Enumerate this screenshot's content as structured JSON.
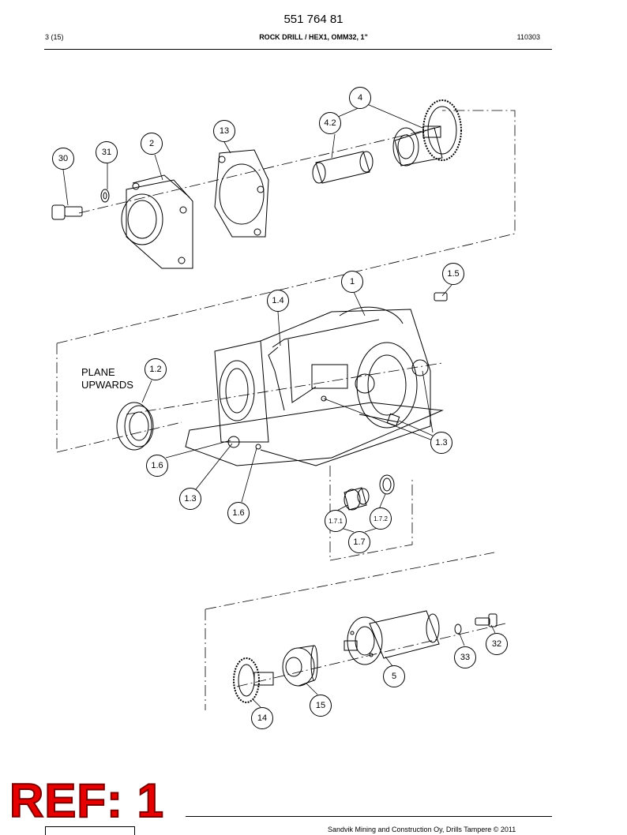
{
  "header": {
    "doc_number": "551 764 81",
    "page": "3 (15)",
    "title": "ROCK DRILL / HEX1, OMM32, 1\"",
    "code": "110303"
  },
  "drawing": {
    "note": [
      "PLANE",
      "UPWARDS"
    ],
    "callouts": [
      "4",
      "4.2",
      "13",
      "2",
      "31",
      "30",
      "1",
      "1.5",
      "1.4",
      "1.2",
      "1.3",
      "1.6",
      "1.3",
      "1.6",
      "1.7.1",
      "1.7.2",
      "1.7",
      "32",
      "33",
      "5",
      "15",
      "14"
    ]
  },
  "stamp": {
    "text": "REF: 1"
  },
  "footer": {
    "copyright": "Sandvik Mining and Construction Oy, Drills Tampere © 2011"
  }
}
